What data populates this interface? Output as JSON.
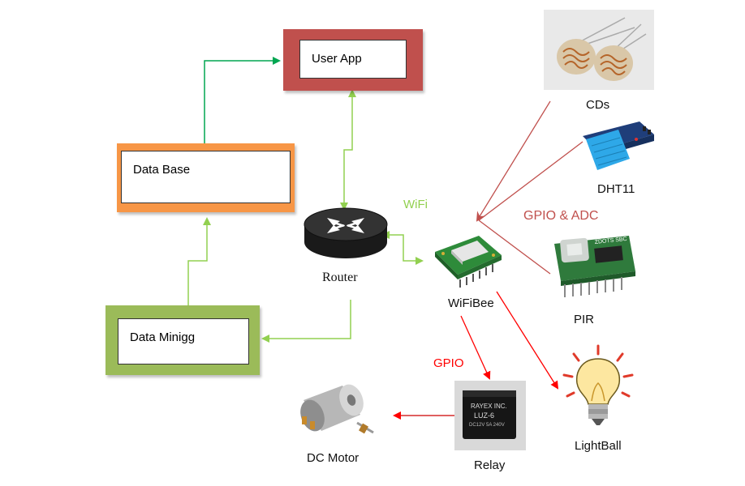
{
  "nodes": {
    "user_app": "User   App",
    "data_base": "Data   Base",
    "data_mining": "Data Minigg",
    "router": "Router",
    "wifibee": "WiFiBee",
    "cds": "CDs",
    "dht11": "DHT11",
    "pir": "PIR",
    "lightball": "LightBall",
    "relay": "Relay",
    "dc_motor": "DC Motor"
  },
  "edge_labels": {
    "wifi": "WiFi",
    "gpio_adc": "GPIO & ADC",
    "gpio": "GPIO"
  },
  "colors": {
    "user_app_frame": "#c0504d",
    "data_base_frame": "#f79646",
    "data_mining_frame": "#9bbb59",
    "green_arrow": "#00a651",
    "lightgreen_arrow": "#92d050",
    "brown_arrow": "#c0504d",
    "red_arrow": "#ff0000",
    "wifi_text": "#92d050",
    "gpio_adc_text": "#c0504d",
    "gpio_text": "#ff0000"
  },
  "icons": {
    "router": "router-icon",
    "wifibee": "wifi-module-icon",
    "cds": "photoresistor-icon",
    "dht11": "humidity-sensor-icon",
    "pir": "motion-sensor-icon",
    "lightball": "light-bulb-icon",
    "relay": "relay-icon",
    "dc_motor": "dc-motor-icon"
  }
}
